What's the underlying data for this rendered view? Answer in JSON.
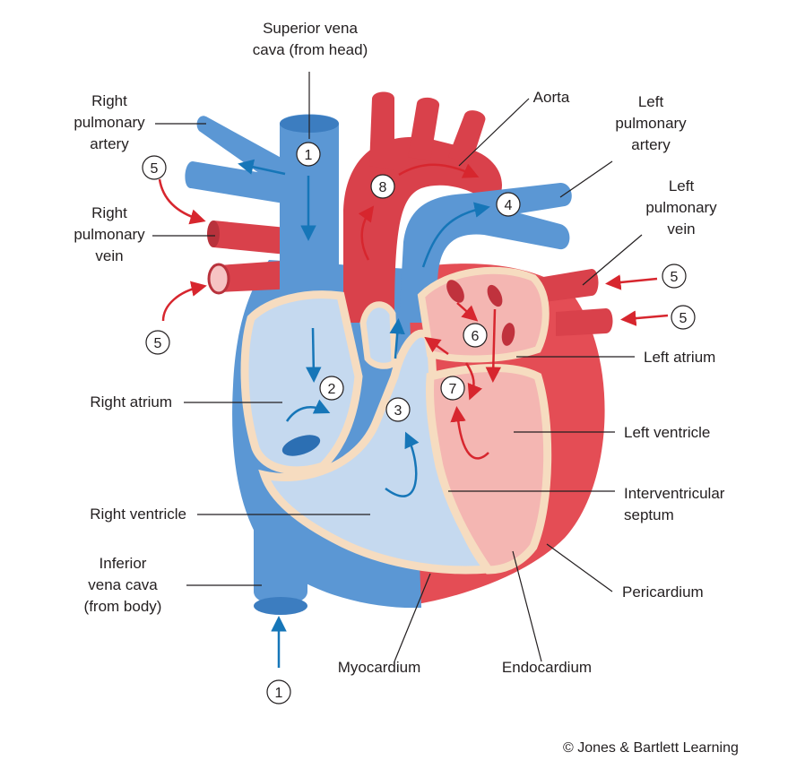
{
  "labels": {
    "superior_vena_cava": [
      "Superior vena",
      "cava (from head)"
    ],
    "aorta": [
      "Aorta"
    ],
    "right_pulmonary_artery": [
      "Right",
      "pulmonary",
      "artery"
    ],
    "left_pulmonary_artery": [
      "Left",
      "pulmonary",
      "artery"
    ],
    "right_pulmonary_vein": [
      "Right",
      "pulmonary",
      "vein"
    ],
    "left_pulmonary_vein": [
      "Left",
      "pulmonary",
      "vein"
    ],
    "left_atrium": [
      "Left atrium"
    ],
    "right_atrium": [
      "Right atrium"
    ],
    "left_ventricle": [
      "Left ventricle"
    ],
    "interventricular_septum": [
      "Interventricular",
      "septum"
    ],
    "right_ventricle": [
      "Right ventricle"
    ],
    "inferior_vena_cava": [
      "Inferior",
      "vena cava",
      "(from body)"
    ],
    "pericardium": [
      "Pericardium"
    ],
    "myocardium": [
      "Myocardium"
    ],
    "endocardium": [
      "Endocardium"
    ]
  },
  "flow_steps": [
    "1",
    "1",
    "2",
    "3",
    "4",
    "5",
    "5",
    "5",
    "5",
    "6",
    "7",
    "8"
  ],
  "copyright": "© Jones & Bartlett Learning",
  "colors": {
    "deoxygenated_vessel": "#5b97d4",
    "oxygenated_vessel": "#d9414b",
    "right_chamber": "#c5d9ef",
    "left_chamber": "#f4b6b2",
    "wall": "#f6dcc0",
    "blue_arrow": "#1676b8",
    "red_arrow": "#d7262e"
  }
}
